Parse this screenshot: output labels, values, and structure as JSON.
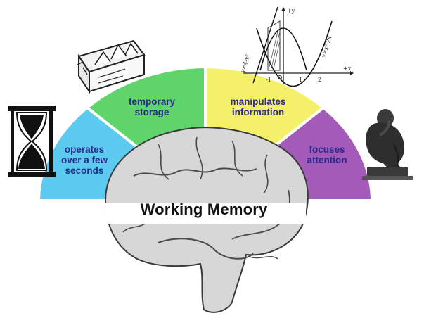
{
  "diagram": {
    "title": "Working Memory",
    "segments": [
      {
        "id": "duration",
        "label": "operates\nover a few\nseconds",
        "color": "#5ccbef"
      },
      {
        "id": "storage",
        "label": "temporary\nstorage",
        "color": "#5fd46a"
      },
      {
        "id": "manipulate",
        "label": "manipulates\ninformation",
        "color": "#f5f06a"
      },
      {
        "id": "attention",
        "label": "focuses\nattention",
        "color": "#a35ab8"
      }
    ],
    "graph": {
      "y_axis": "+y",
      "x_axis": "+x",
      "eq_left": "y=4-x²",
      "eq_right": "y=x²-2x",
      "tick_neg1": "-1",
      "tick_1": "1",
      "tick_2": "2"
    },
    "icons": [
      "hourglass-icon",
      "filing-cabinet-icon",
      "thinker-statue-icon",
      "brain-icon",
      "function-graph-icon"
    ]
  }
}
